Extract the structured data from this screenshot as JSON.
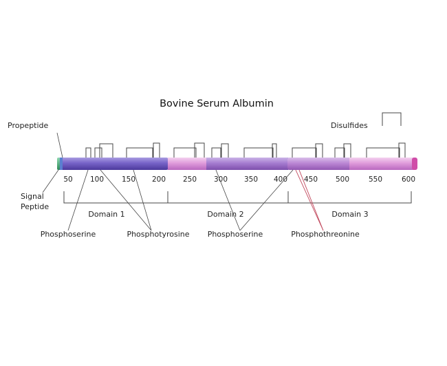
{
  "title": "Bovine Serum Albumin",
  "labels": {
    "propeptide": "Propeptide",
    "signal_peptide_line1": "Signal",
    "signal_peptide_line2": "Peptide",
    "disulfides": "Disulfides"
  },
  "ticks": [
    "50",
    "100",
    "150",
    "200",
    "250",
    "300",
    "350",
    "400",
    "450",
    "500",
    "550",
    "600"
  ],
  "domains": [
    "Domain 1",
    "Domain 2",
    "Domain 3"
  ],
  "modifications": [
    {
      "label": "Phosphoserine"
    },
    {
      "label": "Phosphotyrosine"
    },
    {
      "label": "Phosphoserine"
    },
    {
      "label": "Phosphothreonine"
    }
  ],
  "colors": {
    "bar_violet": "#7a63c6",
    "bar_pink": "#e2a2dd",
    "signal_green": "#3fa36b",
    "phosphothreonine_lead": "#c0455a"
  }
}
